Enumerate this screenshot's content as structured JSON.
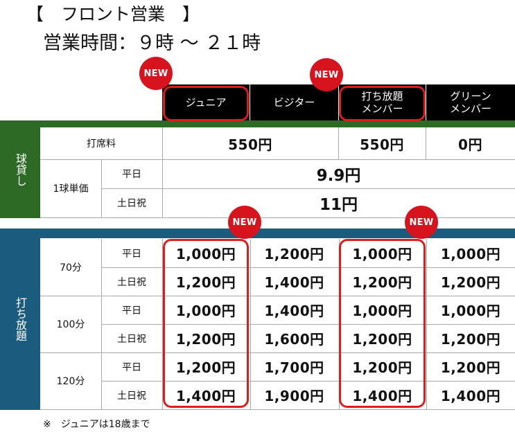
{
  "title": "【　フロント営業　】",
  "hours": "営業時間：９時 ～ ２１時",
  "badge_text": "NEW",
  "colors": {
    "green": "#2d6a25",
    "blue": "#1b5b7e",
    "red": "#e01b1b",
    "badge": "#d7141e"
  },
  "plans": [
    "ジュニア",
    "ビジター",
    "打ち放題\nメンバー",
    "グリーン\nメンバー"
  ],
  "ball_rental": {
    "side_label": "球貸し",
    "table_fee_label": "打席料",
    "table_fee": [
      "550円",
      "550円",
      "0円"
    ],
    "unit_price_label": "1球単価",
    "weekday_label": "平日",
    "weekday_price": "9.9円",
    "holiday_label": "土日祝",
    "holiday_price": "11円"
  },
  "unlimited": {
    "side_label": "打ち放題",
    "groups": [
      {
        "duration": "70分",
        "rows": [
          {
            "day": "平日",
            "prices": [
              "1,000円",
              "1,200円",
              "1,000円",
              "1,000円"
            ]
          },
          {
            "day": "土日祝",
            "prices": [
              "1,200円",
              "1,400円",
              "1,200円",
              "1,200円"
            ]
          }
        ]
      },
      {
        "duration": "100分",
        "rows": [
          {
            "day": "平日",
            "prices": [
              "1,000円",
              "1,400円",
              "1,000円",
              "1,000円"
            ]
          },
          {
            "day": "土日祝",
            "prices": [
              "1,200円",
              "1,600円",
              "1,200円",
              "1,200円"
            ]
          }
        ]
      },
      {
        "duration": "120分",
        "rows": [
          {
            "day": "平日",
            "prices": [
              "1,200円",
              "1,700円",
              "1,200円",
              "1,200円"
            ]
          },
          {
            "day": "土日祝",
            "prices": [
              "1,400円",
              "1,900円",
              "1,400円",
              "1,400円"
            ]
          }
        ]
      }
    ]
  },
  "note": "※　ジュニアは18歳まで"
}
